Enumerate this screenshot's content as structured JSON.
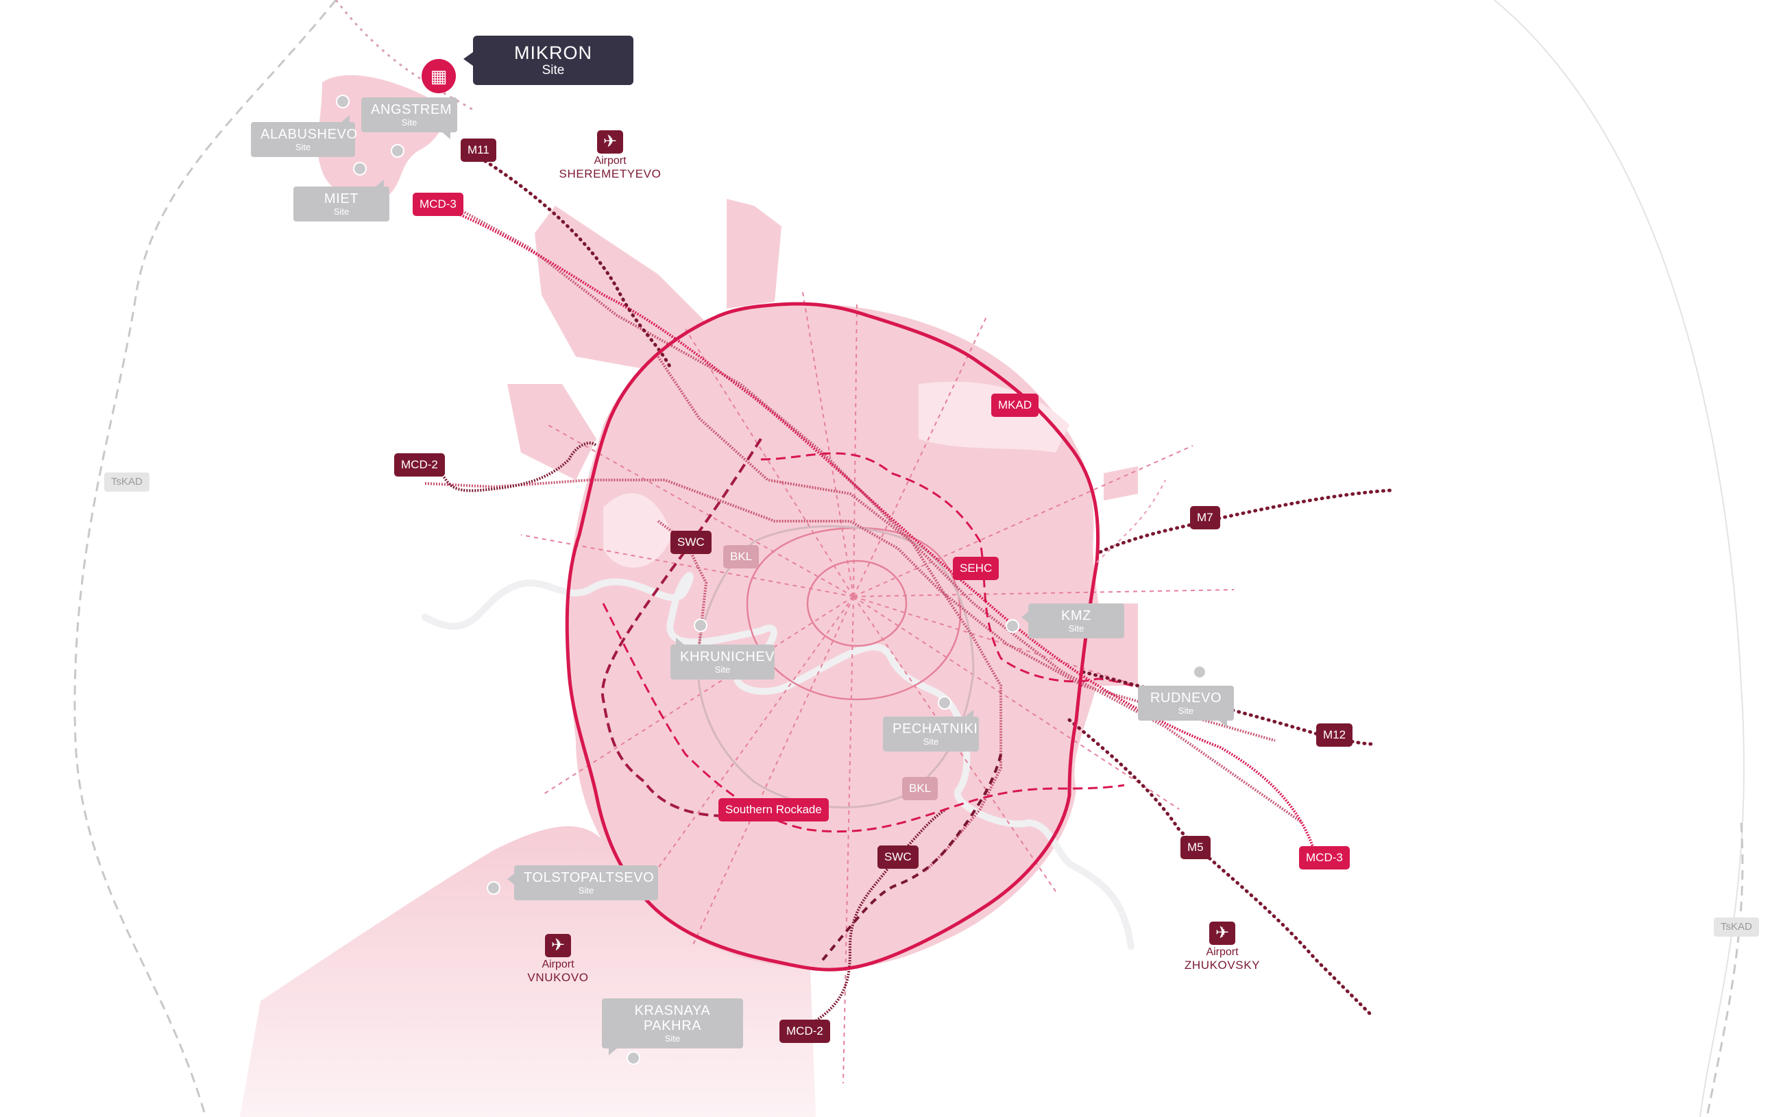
{
  "colors": {
    "city_fill": "#f6cdd6",
    "mkad": "#d8174f",
    "route_dark": "#7a1730",
    "route_red": "#d8174f",
    "label_grey": "#c3c3c6",
    "main_label": "#363347",
    "tskad": "#c8c8c8"
  },
  "main_site": {
    "name": "MIKRON",
    "sub": "Site",
    "icon": "building-icon"
  },
  "sites": [
    {
      "id": "angstrem",
      "name": "ANGSTREM",
      "sub": "Site"
    },
    {
      "id": "alabushevo",
      "name": "ALABUSHEVO",
      "sub": "Site"
    },
    {
      "id": "miet",
      "name": "MIET",
      "sub": "Site"
    },
    {
      "id": "khrunichev",
      "name": "KHRUNICHEV",
      "sub": "Site"
    },
    {
      "id": "kmz",
      "name": "KMZ",
      "sub": "Site"
    },
    {
      "id": "rudnevo",
      "name": "RUDNEVO",
      "sub": "Site"
    },
    {
      "id": "pechatniki",
      "name": "PECHATNIKI",
      "sub": "Site"
    },
    {
      "id": "tolstopaltsevo",
      "name": "TOLSTOPALTSEVO",
      "sub": "Site"
    },
    {
      "id": "krasnaya",
      "name": "KRASNAYA PAKHRA",
      "sub": "Site"
    }
  ],
  "airports": [
    {
      "id": "sheremetyevo",
      "line1": "Airport",
      "line2": "SHEREMETYEVO",
      "icon": "plane-icon"
    },
    {
      "id": "vnukovo",
      "line1": "Airport",
      "line2": "VNUKOVO",
      "icon": "plane-icon"
    },
    {
      "id": "zhukovsky",
      "line1": "Airport",
      "line2": "ZHUKOVSKY",
      "icon": "plane-icon"
    }
  ],
  "routes": {
    "m11": "M11",
    "mcd3_nw": "MCD-3",
    "mcd3_se": "MCD-3",
    "mcd2_w": "MCD-2",
    "mcd2_s": "MCD-2",
    "mkad": "MKAD",
    "m7": "M7",
    "m12": "M12",
    "m5": "M5",
    "swc_w": "SWC",
    "swc_s": "SWC",
    "sehc": "SEHC",
    "bkl_n": "BKL",
    "bkl_s": "BKL",
    "southern_rockade": "Southern Rockade",
    "tskad_w": "TsKAD",
    "tskad_e": "TsKAD"
  }
}
